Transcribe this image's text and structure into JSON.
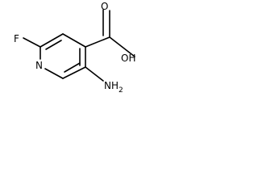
{
  "molecule": {
    "atoms": {
      "O_carbonyl": "O",
      "OH": "OH",
      "F": "F",
      "N_ring": "N",
      "NH2": "NH",
      "NH2_subscript": "2"
    }
  },
  "style": {
    "ink_color": "#000000",
    "background": "#ffffff"
  }
}
